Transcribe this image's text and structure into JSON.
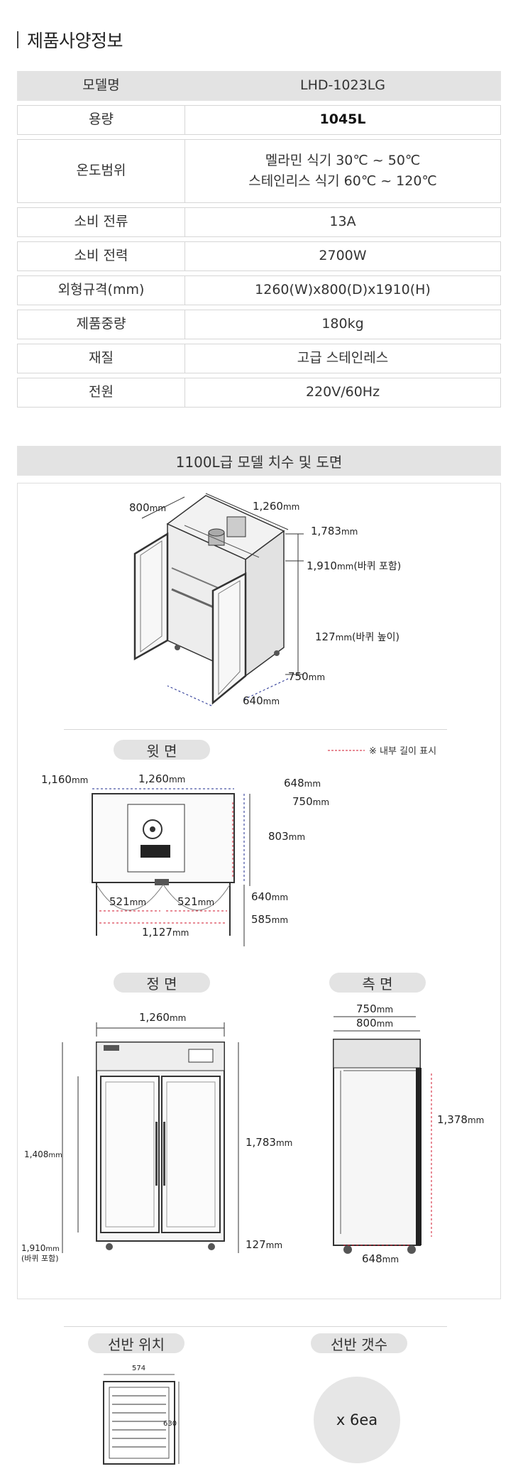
{
  "page_title": "제품사양정보",
  "spec_rows": [
    {
      "label": "모델명",
      "value": "LHD-1023LG"
    },
    {
      "label": "용량",
      "value": "1045L"
    },
    {
      "label": "온도범위",
      "value_line1": "멜라민 식기 30℃ ~ 50℃",
      "value_line2": "스테인리스 식기 60℃ ~ 120℃"
    },
    {
      "label": "소비 전류",
      "value": "13A"
    },
    {
      "label": "소비 전력",
      "value": "2700W"
    },
    {
      "label": "외형규격(mm)",
      "value": "1260(W)x800(D)x1910(H)"
    },
    {
      "label": "제품중량",
      "value": "180kg"
    },
    {
      "label": "재질",
      "value": "고급 스테인레스"
    },
    {
      "label": "전원",
      "value": "220V/60Hz"
    }
  ],
  "dimensions_title": "1100L급 모델 치수 및 도면",
  "iso": {
    "d800": "800",
    "d1260": "1,260",
    "d1783": "1,783",
    "d1910": "1,910",
    "wheel_incl": "(바퀴 포함)",
    "d127": "127",
    "wheel_height": "(바퀴 높이)",
    "d750": "750",
    "d640": "640",
    "unit": "mm"
  },
  "top_view": {
    "label": "윗 면",
    "legend": "※ 내부 길이 표시",
    "d1160": "1,160",
    "d1260": "1,260",
    "d648": "648",
    "d750": "750",
    "d803": "803",
    "d521a": "521",
    "d521b": "521",
    "d1127": "1,127",
    "d640": "640",
    "d585": "585",
    "unit": "mm"
  },
  "front_view": {
    "label": "정 면",
    "d1260": "1,260",
    "d1783": "1,783",
    "d1408": "1,408",
    "d1910": "1,910",
    "wheel_incl": "(바퀴 포함)",
    "d127": "127",
    "unit": "mm"
  },
  "side_view": {
    "label": "측 면",
    "d750": "750",
    "d800": "800",
    "d1378": "1,378",
    "d648": "648",
    "unit": "mm"
  },
  "shelf_position": {
    "label": "선반 위치",
    "width": "574",
    "height": "630"
  },
  "shelf_count": {
    "label": "선반 갯수",
    "value": "x 6ea"
  },
  "colors": {
    "header_gray": "#e3e3e3",
    "dim_red": "#d0152b",
    "dim_blue": "#1d2b8f"
  }
}
